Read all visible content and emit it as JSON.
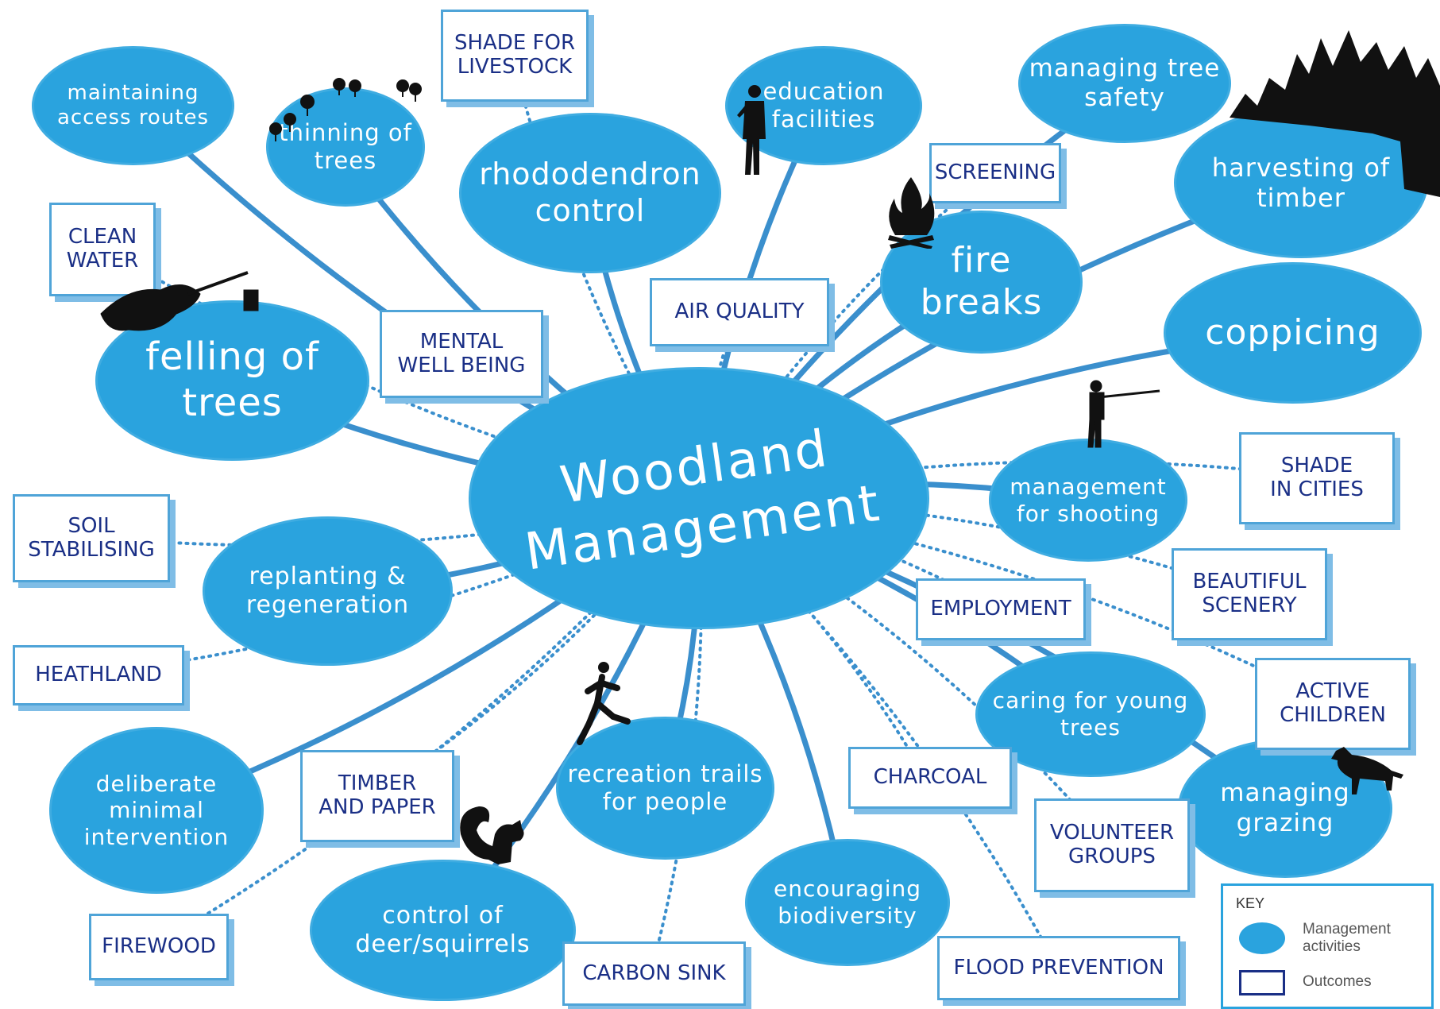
{
  "title": "Woodland Management",
  "colors": {
    "activity_fill": "#2aa3de",
    "activity_text": "#ffffff",
    "outcome_border": "#4fa4d8",
    "outcome_text": "#1a2f86",
    "link": "#3a8fcd",
    "silhouette": "#111111"
  },
  "activities": [
    {
      "id": "maintaining",
      "label": "maintaining access routes"
    },
    {
      "id": "thinning",
      "label": "thinning of trees"
    },
    {
      "id": "rhododendron",
      "label": "rhododendron control"
    },
    {
      "id": "education",
      "label": "education facilities"
    },
    {
      "id": "tree_safety",
      "label": "managing tree safety"
    },
    {
      "id": "harvesting",
      "label": "harvesting of timber"
    },
    {
      "id": "fire_breaks",
      "label": "fire breaks"
    },
    {
      "id": "felling",
      "label": "felling of trees"
    },
    {
      "id": "coppicing",
      "label": "coppicing"
    },
    {
      "id": "shooting",
      "label": "management for shooting"
    },
    {
      "id": "replanting",
      "label": "replanting & regeneration"
    },
    {
      "id": "caring",
      "label": "caring for young trees"
    },
    {
      "id": "grazing",
      "label": "managing grazing"
    },
    {
      "id": "minimal",
      "label": "deliberate minimal intervention"
    },
    {
      "id": "recreation",
      "label": "recreation trails for people"
    },
    {
      "id": "deer",
      "label": "control of deer/squirrels"
    },
    {
      "id": "biodiversity",
      "label": "encouraging biodiversity"
    }
  ],
  "outcomes": [
    {
      "id": "shade_livestock",
      "label": "SHADE FOR\nLIVESTOCK"
    },
    {
      "id": "screening",
      "label": "SCREENING"
    },
    {
      "id": "clean_water",
      "label": "CLEAN\nWATER"
    },
    {
      "id": "mental",
      "label": "MENTAL\nWELL BEING"
    },
    {
      "id": "air",
      "label": "AIR QUALITY"
    },
    {
      "id": "shade_cities",
      "label": "SHADE\nIN CITIES"
    },
    {
      "id": "soil",
      "label": "SOIL\nSTABILISING"
    },
    {
      "id": "beautiful",
      "label": "BEAUTIFUL\nSCENERY"
    },
    {
      "id": "employment",
      "label": "EMPLOYMENT"
    },
    {
      "id": "heathland",
      "label": "HEATHLAND"
    },
    {
      "id": "active",
      "label": "ACTIVE\nCHILDREN"
    },
    {
      "id": "charcoal",
      "label": "CHARCOAL"
    },
    {
      "id": "timber",
      "label": "TIMBER\nAND PAPER"
    },
    {
      "id": "volunteer",
      "label": "VOLUNTEER\nGROUPS"
    },
    {
      "id": "firewood",
      "label": "FIREWOOD"
    },
    {
      "id": "carbon",
      "label": "CARBON SINK"
    },
    {
      "id": "flood",
      "label": "FLOOD PREVENTION"
    }
  ],
  "key": {
    "title": "KEY",
    "activities_label": "Management activities",
    "outcomes_label": "Outcomes"
  },
  "silhouettes": [
    "tree-icon",
    "saw-stump-icon",
    "person-icon",
    "fire-icon",
    "forest-icon",
    "hunter-icon",
    "runner-icon",
    "squirrel-icon",
    "cow-icon"
  ]
}
